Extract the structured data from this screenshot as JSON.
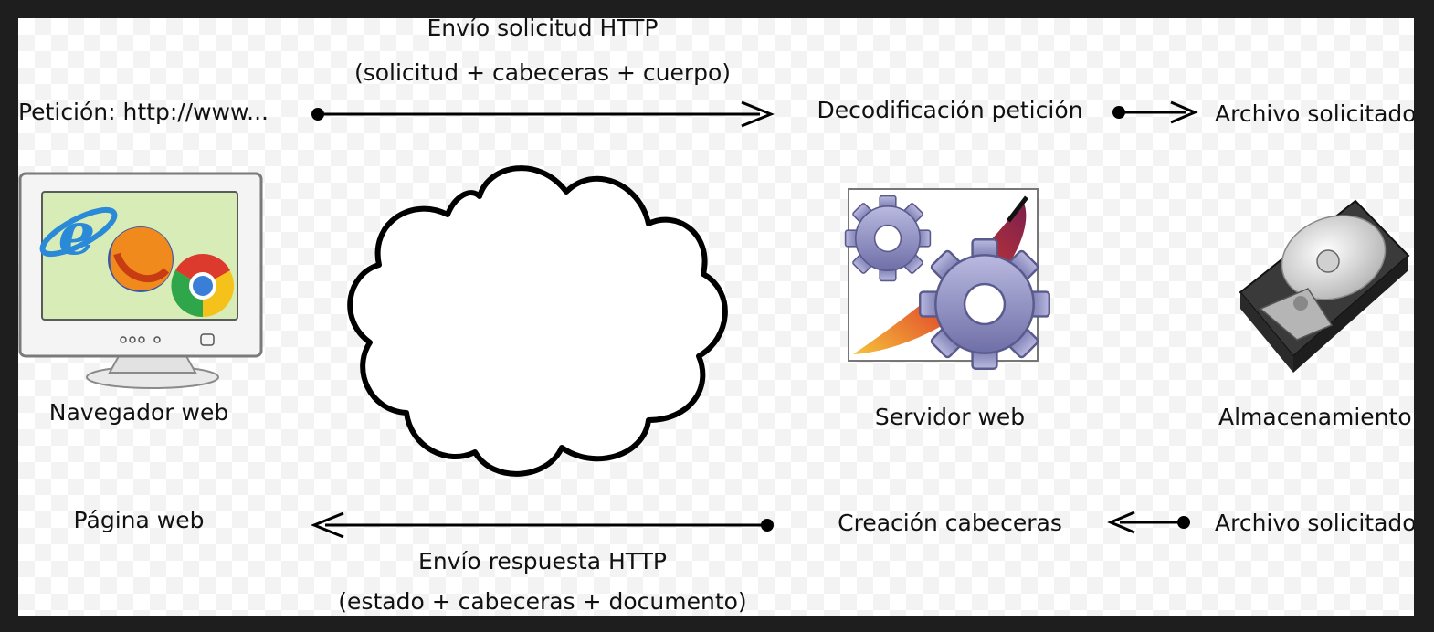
{
  "request": {
    "title": "Envío solicitud HTTP",
    "detail": "(solicitud + cabeceras + cuerpo)"
  },
  "response": {
    "title": "Envío respuesta HTTP",
    "detail": "(estado + cabeceras + documento)"
  },
  "client": {
    "request_label": "Petición: http://www...",
    "name": "Navegador web",
    "result": "Página web"
  },
  "server": {
    "decode": "Decodificación petición",
    "name": "Servidor web",
    "headers": "Creación cabeceras"
  },
  "storage": {
    "file_out": "Archivo solicitado",
    "name": "Almacenamiento",
    "file_in": "Archivo solicitado"
  },
  "icons": [
    "monitor-icon",
    "internet-explorer-icon",
    "firefox-icon",
    "chrome-icon",
    "cloud-icon",
    "apache-server-icon",
    "gear-icon",
    "feather-icon",
    "hard-disk-icon"
  ],
  "colors": {
    "line": "#000000",
    "gear": "#8f8fc4",
    "feather": "#e0412a",
    "screen": "#d8ecb8"
  }
}
